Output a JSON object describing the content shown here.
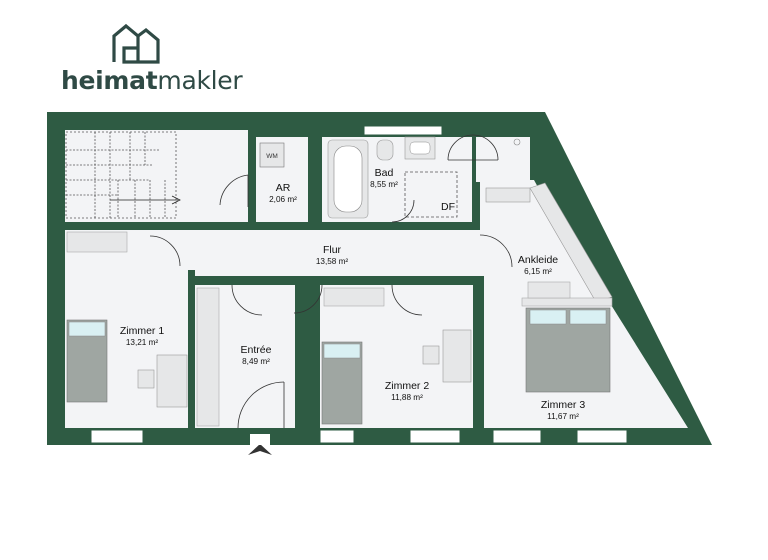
{
  "brand": {
    "name_bold": "heimat",
    "name_light": "makler",
    "logo_icon": "house-outline-icon",
    "color": "#2f4a45"
  },
  "colors": {
    "wall": "#2e5b43",
    "floor": "#f3f4f6",
    "furniture": "#e6e7e8",
    "bed": "#9fa6a2",
    "pillow": "#d9f0f3",
    "entrance_arrow": "#333333"
  },
  "rooms": [
    {
      "id": "ar",
      "name": "AR",
      "area": "2,06 m²"
    },
    {
      "id": "bad",
      "name": "Bad",
      "area": "8,55 m²"
    },
    {
      "id": "flur",
      "name": "Flur",
      "area": "13,58 m²"
    },
    {
      "id": "ankleide",
      "name": "Ankleide",
      "area": "6,15 m²"
    },
    {
      "id": "zimmer1",
      "name": "Zimmer 1",
      "area": "13,21 m²"
    },
    {
      "id": "entree",
      "name": "Entrée",
      "area": "8,49 m²"
    },
    {
      "id": "zimmer2",
      "name": "Zimmer 2",
      "area": "11,88 m²"
    },
    {
      "id": "zimmer3",
      "name": "Zimmer 3",
      "area": "11,67 m²"
    }
  ],
  "labels": {
    "wm": "WM",
    "df": "DF"
  },
  "icons": {
    "entrance": "entrance-arrow-icon",
    "stairs": "staircase-icon"
  }
}
